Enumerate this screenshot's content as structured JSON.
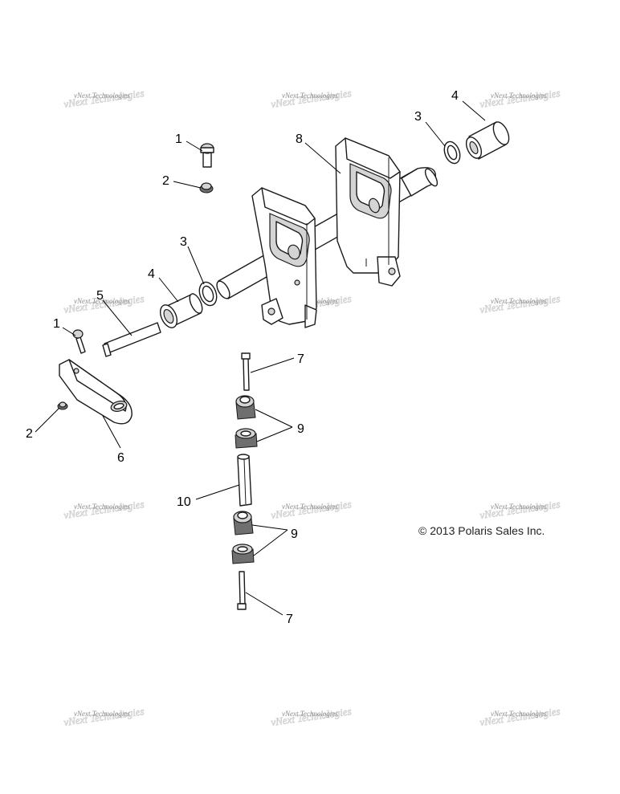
{
  "watermark": "vNext Technologies",
  "copyright": "© 2013 Polaris Sales Inc.",
  "callouts": {
    "c1_top": "1",
    "c2_top": "2",
    "c3_mid": "3",
    "c4_mid": "4",
    "c5": "5",
    "c1_left": "1",
    "c2_left": "2",
    "c6": "6",
    "c3_right": "3",
    "c4_right": "4",
    "c8": "8",
    "c7_top": "7",
    "c9_top": "9",
    "c10": "10",
    "c9_bottom": "9",
    "c7_bottom": "7"
  }
}
